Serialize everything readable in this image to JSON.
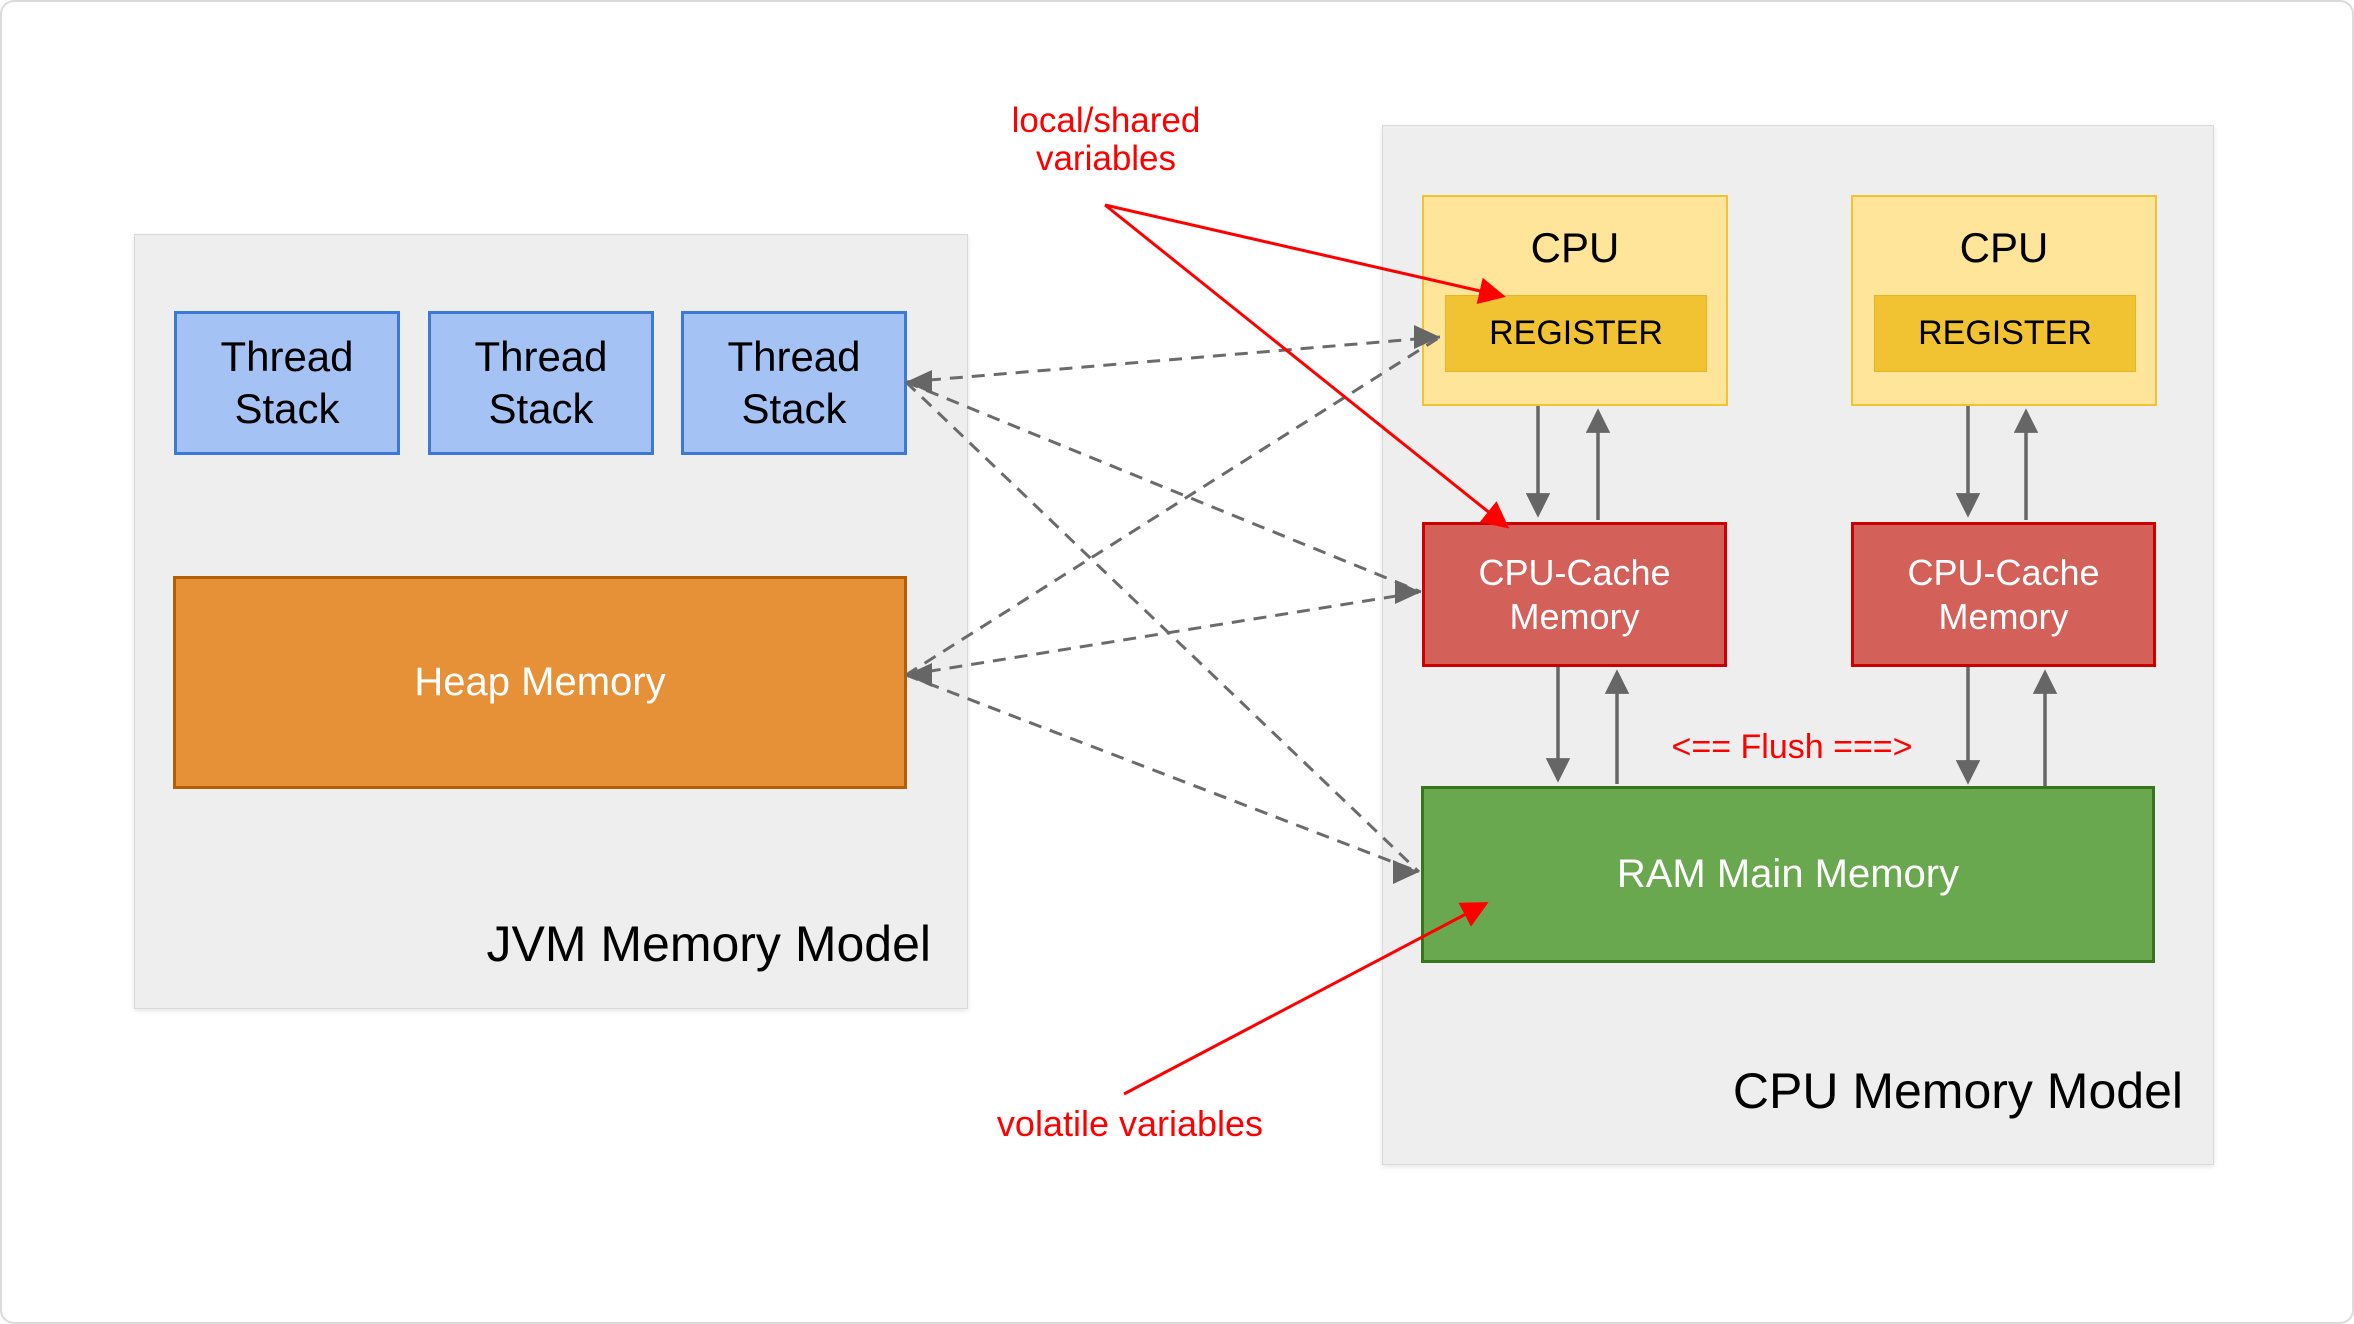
{
  "canvas": {
    "background": "#ffffff",
    "border_color": "#dbdbdb"
  },
  "jvm_model": {
    "title": "JVM Memory Model",
    "thread_stacks": [
      {
        "label": "Thread Stack"
      },
      {
        "label": "Thread Stack"
      },
      {
        "label": "Thread Stack"
      }
    ],
    "heap": {
      "label": "Heap Memory"
    },
    "colors": {
      "panel_fill": "#eeeeee",
      "thread_fill": "#a4c2f4",
      "thread_border": "#3c78d8",
      "heap_fill": "#e69138",
      "heap_border": "#b45f06"
    }
  },
  "cpu_model": {
    "title": "CPU Memory Model",
    "cpus": [
      {
        "label": "CPU",
        "register_label": "REGISTER"
      },
      {
        "label": "CPU",
        "register_label": "REGISTER"
      }
    ],
    "caches": [
      {
        "label": "CPU-Cache Memory"
      },
      {
        "label": "CPU-Cache Memory"
      }
    ],
    "ram": {
      "label": "RAM Main Memory"
    },
    "flush_label": "<== Flush ===>",
    "colors": {
      "panel_fill": "#eeeeee",
      "cpu_fill": "#ffe599",
      "cpu_border": "#f1c232",
      "register_fill": "#f1c232",
      "cache_fill": "#d4605a",
      "cache_border": "#cc0000",
      "ram_fill": "#6aa84f",
      "ram_border": "#38761d"
    }
  },
  "annotations": {
    "local_shared_label": "local/shared variables",
    "volatile_label": "volatile variables",
    "color": "#ff0000"
  },
  "arrows": {
    "solid_color": "#666666",
    "dashed_color": "#6b6b6b",
    "red_color": "#ff0000"
  }
}
